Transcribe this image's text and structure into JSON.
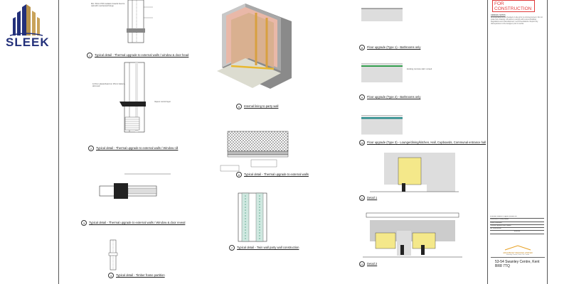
{
  "logo": {
    "brand": "SLEEK"
  },
  "title_block": {
    "stamp": "FOR CONSTRUCTION",
    "general_notes_heading": "GENERAL NOTES",
    "general_notes": "All dimensions to be checked on site prior to commencement. Do not scale from drawing. All works to comply with current Building Regulations and manufacturers' recommendations. Report any discrepancies to the designer prior to works.",
    "revisions": [
      "Insulation added to support window sill",
      "Dimensions & fixing added",
      "Details amended",
      "Thermal upgrade notes added",
      "For construction"
    ],
    "revisions_header": "Revision",
    "firm_name": "ARCHIBUILT DESIGNS LIMITED",
    "firm_address": "Swanley Centre, Kent, Tel / email",
    "project_address": "53-54 Swanley Centre, Kent BR8 7TQ"
  },
  "details": [
    {
      "num": "1",
      "caption": "Typical detail - Thermal upgrade to external walls / window & door head"
    },
    {
      "num": "2",
      "caption": "Typical detail - Thermal upgrade to external walls / Window cill"
    },
    {
      "num": "3",
      "caption": "Typical detail - Thermal upgrade to external walls / Window & door reveal"
    },
    {
      "num": "4",
      "caption": "Typical detail - Timber frame partition"
    },
    {
      "num": "5",
      "caption": "Internal lining to party wall"
    },
    {
      "num": "6",
      "caption": "Typical detail - Thermal upgrade to external walls"
    },
    {
      "num": "7",
      "caption": "Typical detail - Twin wall party wall construction"
    },
    {
      "num": "8",
      "caption": "Floor upgrade (Type 1) - Bathrooms only"
    },
    {
      "num": "9",
      "caption": "Floor upgrade (Type 2) - Bathrooms only"
    },
    {
      "num": "10",
      "caption": "Floor upgrade (Type 3) - Lounge/dining/kitchen, Hall, Cupboards, Communal entrance hall"
    },
    {
      "num": "11",
      "caption": "Detail 1"
    },
    {
      "num": "12",
      "caption": "Detail 2"
    }
  ],
  "notes": {
    "insulation": "Min. 50mm PIR insulation boards fixed to wall with mechanical fixings",
    "plasterboard": "12.5mm plasterboard on 25mm battens, skimmed",
    "vcl": "Vapour control layer",
    "screed": "Existing concrete slab / screed"
  }
}
